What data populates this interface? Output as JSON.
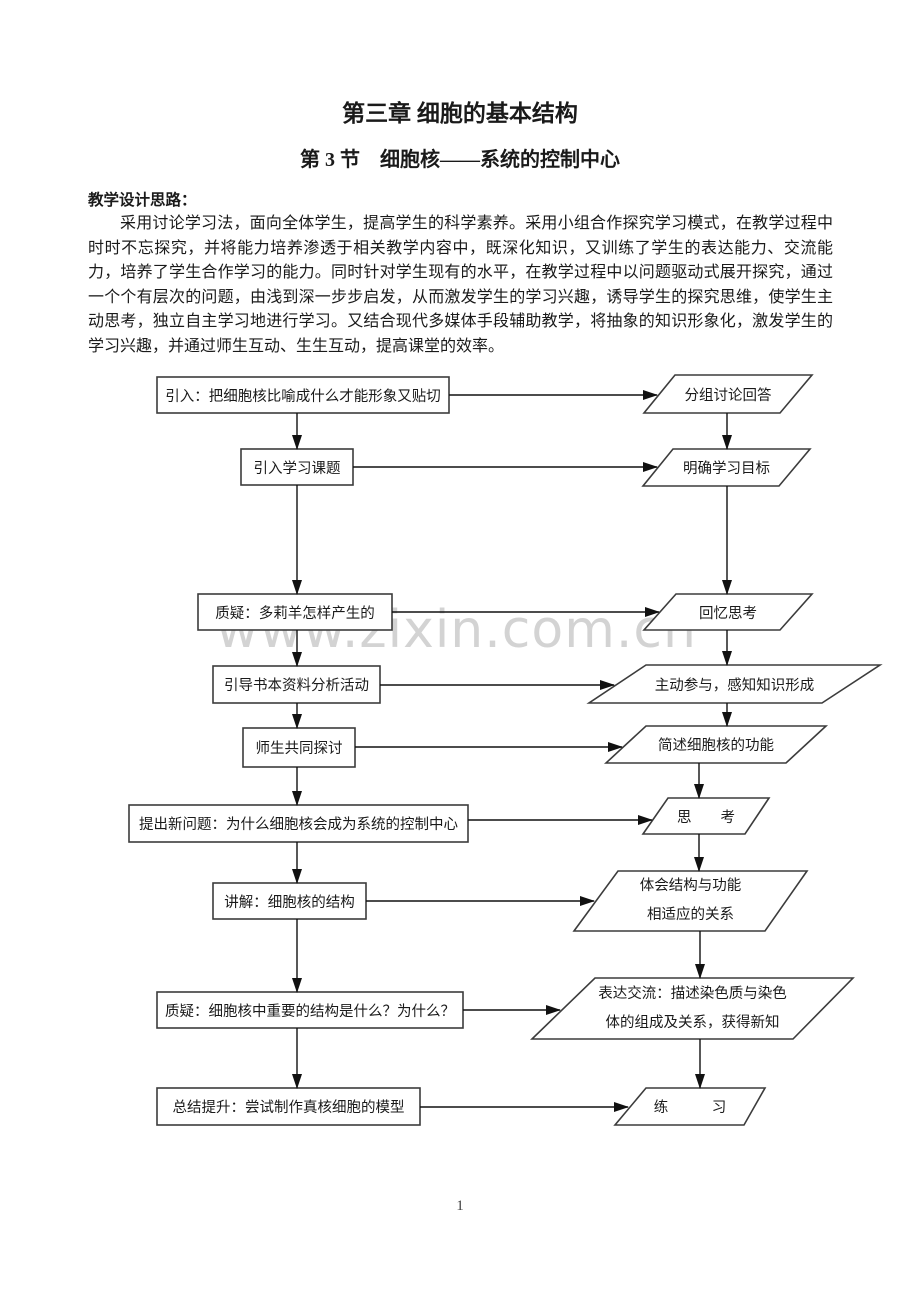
{
  "page": {
    "title": "第三章 细胞的基本结构",
    "subtitle": "第 3 节　细胞核——系统的控制中心",
    "section_heading": "教学设计思路：",
    "paragraph": "采用讨论学习法，面向全体学生，提高学生的科学素养。采用小组合作探究学习模式，在教学过程中时时不忘探究，并将能力培养渗透于相关教学内容中，既深化知识，又训练了学生的表达能力、交流能力，培养了学生合作学习的能力。同时针对学生现有的水平，在教学过程中以问题驱动式展开探究，通过一个个有层次的问题，由浅到深一步步启发，从而激发学生的学习兴趣，诱导学生的探究思维，使学生主动思考，独立自主学习地进行学习。又结合现代多媒体手段辅助教学，将抽象的知识形象化，激发学生的学习兴趣，并通过师生互动、生生互动，提高课堂的效率。",
    "watermark": "www.zixin.com.cn",
    "page_number": "1"
  },
  "flowchart": {
    "teacher_steps": [
      {
        "label": "引入：把细胞核比喻成什么才能形象又贴切"
      },
      {
        "label": "引入学习课题"
      },
      {
        "label": "质疑：多莉羊怎样产生的"
      },
      {
        "label": "引导书本资料分析活动"
      },
      {
        "label": "师生共同探讨"
      },
      {
        "label": "提出新问题：为什么细胞核会成为系统的控制中心"
      },
      {
        "label": "讲解：细胞核的结构"
      },
      {
        "label": "质疑：细胞核中重要的结构是什么？为什么？"
      },
      {
        "label": "总结提升：尝试制作真核细胞的模型"
      }
    ],
    "student_steps": [
      {
        "label": "分组讨论回答"
      },
      {
        "label": "明确学习目标"
      },
      {
        "label": "回忆思考"
      },
      {
        "label": "主动参与，感知知识形成"
      },
      {
        "label": "简述细胞核的功能"
      },
      {
        "label": "思　　考"
      },
      {
        "line1": "体会结构与功能",
        "line2": "相适应的关系"
      },
      {
        "line1": "表达交流：描述染色质与染色",
        "line2": "体的组成及关系，获得新知"
      },
      {
        "label": "练　　　习"
      }
    ]
  }
}
